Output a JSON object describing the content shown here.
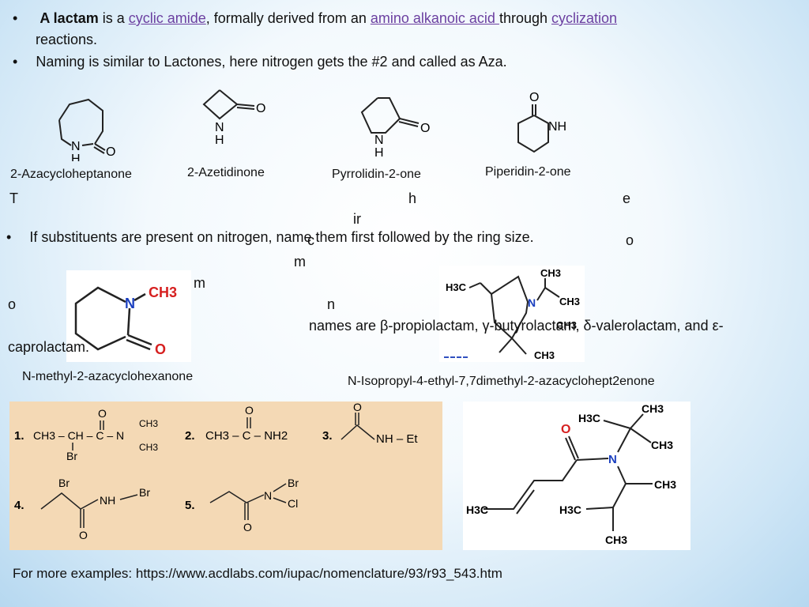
{
  "bullets": {
    "b1": {
      "bullet": "•",
      "bold": "A lactam",
      "t1": " is a ",
      "link1": "cyclic amide",
      "t2": ", formally derived from an ",
      "link2": "amino alkanoic acid ",
      "t3": "through ",
      "link3": "cyclization",
      "line2": "reactions."
    },
    "b2": {
      "bullet": "•",
      "text": "Naming is similar to Lactones, here nitrogen gets the #2 and called as Aza."
    },
    "b3": {
      "bullet": "•",
      "text": "If substituents are present on nitrogen, name them first followed by the ring size."
    }
  },
  "ring_labels": {
    "azacycloheptanone": "2-Azacycloheptanone",
    "azetidinone": "2-Azetidinone",
    "pyrrolidinone": "Pyrrolidin-2-one",
    "piperidinone": "Piperidin-2-one"
  },
  "scattered": {
    "T": "T",
    "h": "h",
    "e": "e",
    "ir": "ir",
    "c": "c",
    "o1": "o",
    "m1": "m",
    "m2": "m",
    "o2": "o",
    "n": "n"
  },
  "common_names": {
    "line1": "names are β-propiolactam, γ-butyrolactam, δ-valerolactam, and ε-",
    "line2": "caprolactam."
  },
  "substituted_labels": {
    "n_methyl": "N-methyl-2-azacyclohexanone",
    "n_isopropyl": "N-Isopropyl-4-ethyl-7,7dimethyl-2-azacyclohept2enone"
  },
  "atoms": {
    "N": "N",
    "H": "H",
    "O": "O",
    "NH": "NH",
    "CH3": "CH3",
    "H3C": "H3C"
  },
  "exercises": {
    "n1": "1.",
    "n2": "2.",
    "n3": "3.",
    "n4": "4.",
    "n5": "5.",
    "e1": "CH3 – CH – C – N",
    "e1_br": "Br",
    "e1_ch3a": "CH3",
    "e1_ch3b": "CH3",
    "e2": "CH3 – C – NH2",
    "e3": "NH – Et",
    "e4_br1": "Br",
    "e4_nh": "NH",
    "e4_br2": "Br",
    "e5_n": "N",
    "e5_br": "Br",
    "e5_cl": "Cl",
    "O": "O"
  },
  "footer": {
    "text": "For more examples: https://www.acdlabs.com/iupac/nomenclature/93/r93_543.htm"
  },
  "colors": {
    "link": "#6b3fa0",
    "oxygen": "#d62020",
    "nitrogen": "#1a3fbf",
    "exercise_bg": "#f4d9b5"
  }
}
